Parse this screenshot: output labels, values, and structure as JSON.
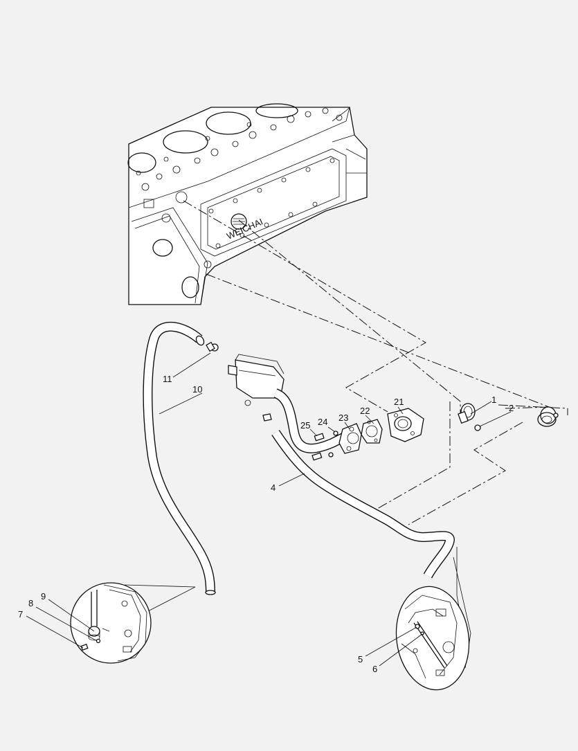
{
  "diagram": {
    "engine_logo_text": "WEICHAI",
    "callouts": [
      "1",
      "2",
      "4",
      "5",
      "6",
      "7",
      "8",
      "9",
      "10",
      "11",
      "21",
      "22",
      "23",
      "24",
      "25"
    ]
  }
}
